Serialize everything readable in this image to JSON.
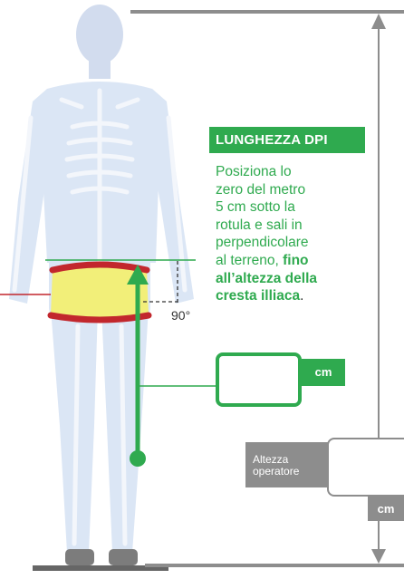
{
  "title": "LUNGHEZZA DPI",
  "instructions": {
    "line1": "Posiziona lo",
    "line2": "zero del metro",
    "line3": "5 cm sotto la",
    "line4": "rotula e sali in",
    "line5": "perpendicolare",
    "line6_prefix": "al terreno, ",
    "line6_bold": "fino",
    "line7": "all’altezza della",
    "line8_bold": "cresta illiaca",
    "line8_end": "."
  },
  "angle_label": "90°",
  "dpi_unit": "cm",
  "operator_height_label": "Altezza operatore",
  "operator_unit": "cm",
  "colors": {
    "accent_green": "#2faa4f",
    "gray": "#8d8d8d",
    "skeleton": "#c8d8ee",
    "belt_red": "#c2272d",
    "belt_yellow": "#f4f06b"
  }
}
